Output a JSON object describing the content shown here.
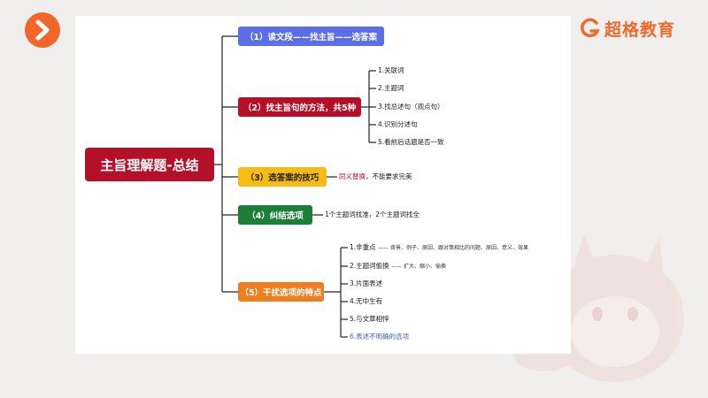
{
  "brand": {
    "logo_text": "超格教育"
  },
  "mindmap": {
    "root": "主旨理解题-总结",
    "branches": [
      {
        "label": "（1）读文段——找主旨——选答案"
      },
      {
        "label": "（2）找主旨句的方法，共5种",
        "items": [
          "1.关联词",
          "2.主题词",
          "3.找总述句（观点句）",
          "4.识别分述句",
          "5.看前后话题是否一致"
        ]
      },
      {
        "label": "（3）选答案的技巧",
        "note_highlight": "同义替换",
        "note_rest": "，不能要求完美"
      },
      {
        "label": "（4）纠结选项",
        "note": "1个主题词找准，2个主题词找全"
      },
      {
        "label": "（5）干扰选项的特点",
        "items": [
          {
            "text": "1.非重点",
            "detail": "——  背景、例子、原因、跟对策相比的问题、原因、意义、效果"
          },
          {
            "text": "2.主题词偷换",
            "detail": "——  扩大、缩小、偷换"
          },
          {
            "text": "3.片面表述"
          },
          {
            "text": "4.无中生有"
          },
          {
            "text": "5.与文章相悖"
          },
          {
            "text": "6.表述不明确的选项"
          }
        ]
      }
    ]
  },
  "colors": {
    "root": "#b5102a",
    "branch1": "#5b6ee8",
    "branch2": "#b5102a",
    "branch3": "#f7bb13",
    "branch4": "#1b7f3a",
    "branch5": "#f07d1f",
    "accent": "#f1662a"
  },
  "icons": {
    "nav": "chevron-right-icon",
    "logo": "g-logo-icon",
    "mascot": "unicorn-mascot"
  }
}
